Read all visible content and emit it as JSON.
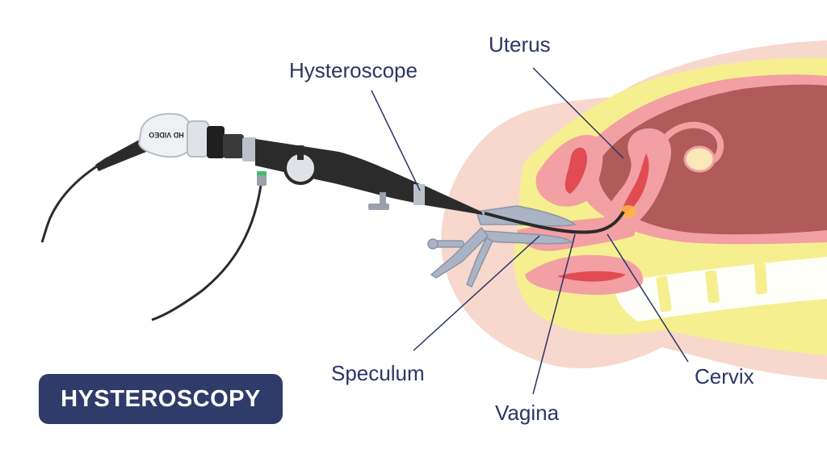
{
  "title": "HYSTEROSCOPY",
  "device_branding": "HD VIDEO",
  "labels": {
    "hysteroscope": "Hysteroscope",
    "uterus": "Uterus",
    "speculum": "Speculum",
    "cervix": "Cervix",
    "vagina": "Vagina"
  },
  "colors": {
    "label_text": "#2b3566",
    "badge": "#2f3c6a",
    "skin": "#f8d8cc",
    "fat_layer": "#f6ef8f",
    "tissue_pink": "#f2a0a4",
    "uterine_cavity": "#b05a5a",
    "instrument": "#2b2b2b",
    "speculum_metal": "#aab4c4"
  }
}
